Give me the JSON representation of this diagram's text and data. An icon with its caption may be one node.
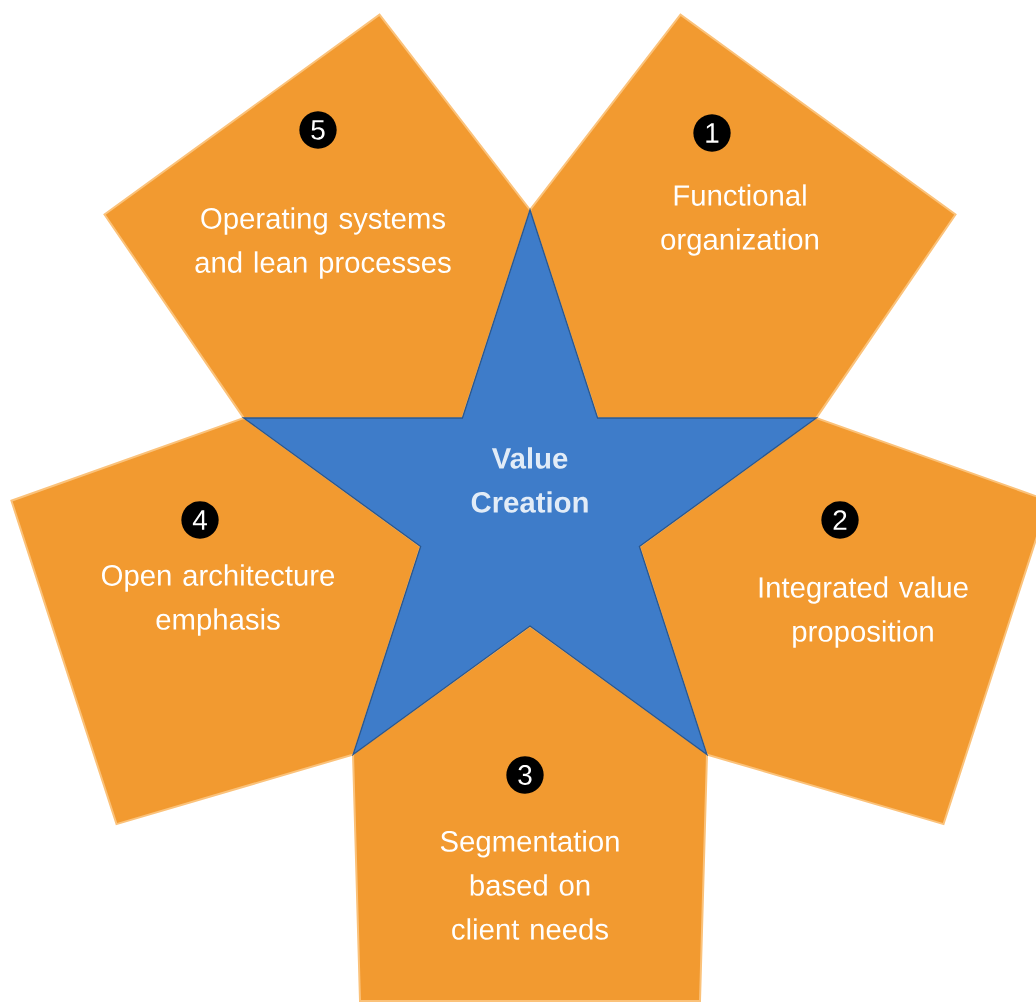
{
  "diagram": {
    "nodes": [
      {
        "text": [
          "Value Creation"
        ]
      },
      {
        "text": [
          "Functional organization"
        ]
      },
      {
        "text": [
          "1"
        ],
        "in": 1
      },
      {
        "text": [
          "Integrated value proposition"
        ]
      },
      {
        "text": [
          "2"
        ],
        "in": 3
      },
      {
        "text": [
          "Segmentation based on client needs"
        ]
      },
      {
        "text": [
          "3"
        ],
        "in": 5
      },
      {
        "text": [
          "Open architecture emphasis"
        ]
      },
      {
        "text": [
          "4"
        ],
        "in": 7
      },
      {
        "text": [
          "Operating systems and lean processes"
        ]
      },
      {
        "text": [
          "5"
        ],
        "in": 9
      }
    ]
  }
}
